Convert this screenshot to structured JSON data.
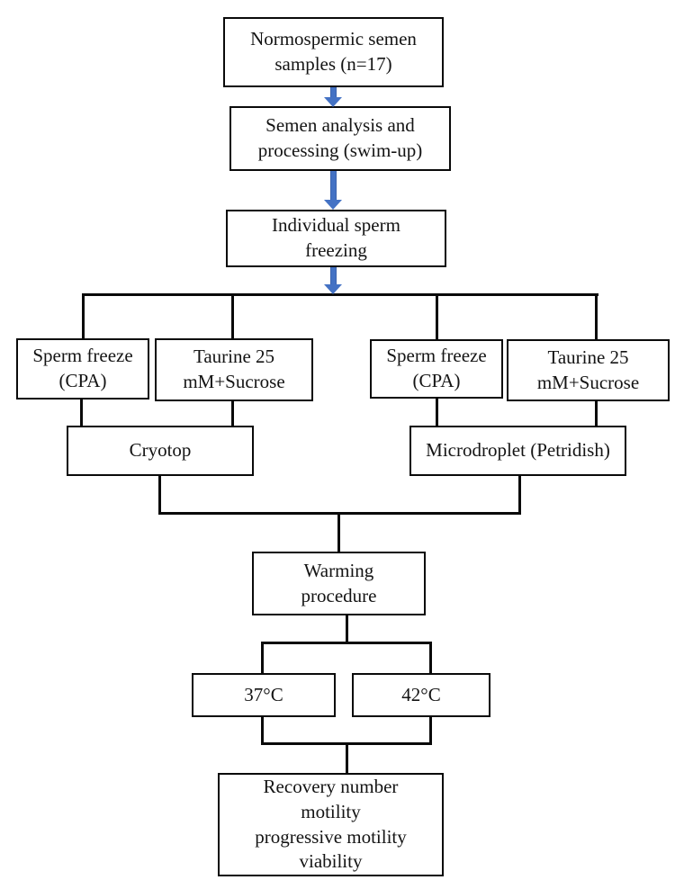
{
  "diagram": {
    "description_nodes": {
      "normospermic": {
        "label": "Normospermic semen\nsamples (n=17)"
      },
      "semen_analysis": {
        "label": "Semen analysis and\nprocessing (swim-up)"
      },
      "individual_freezing": {
        "label": "Individual sperm\nfreezing"
      },
      "sperm_freeze_left": {
        "label": "Sperm freeze\n(CPA)"
      },
      "taurine_left": {
        "label": "Taurine 25\nmM+Sucrose"
      },
      "sperm_freeze_right": {
        "label": "Sperm freeze\n(CPA)"
      },
      "taurine_right": {
        "label": "Taurine 25\nmM+Sucrose"
      },
      "cryotop": {
        "label": "Cryotop"
      },
      "microdroplet": {
        "label": "Microdroplet (Petridish)"
      },
      "warming": {
        "label": "Warming\nprocedure"
      },
      "temp_37": {
        "label": "37°C"
      },
      "temp_42": {
        "label": "42°C"
      },
      "outcomes": {
        "label": "Recovery number\nmotility\nprogressive motility\nviability"
      }
    },
    "colors": {
      "arrow_blue": "#4472c4",
      "line_black": "#0a0a0a",
      "box_fill": "#ffffff"
    }
  }
}
